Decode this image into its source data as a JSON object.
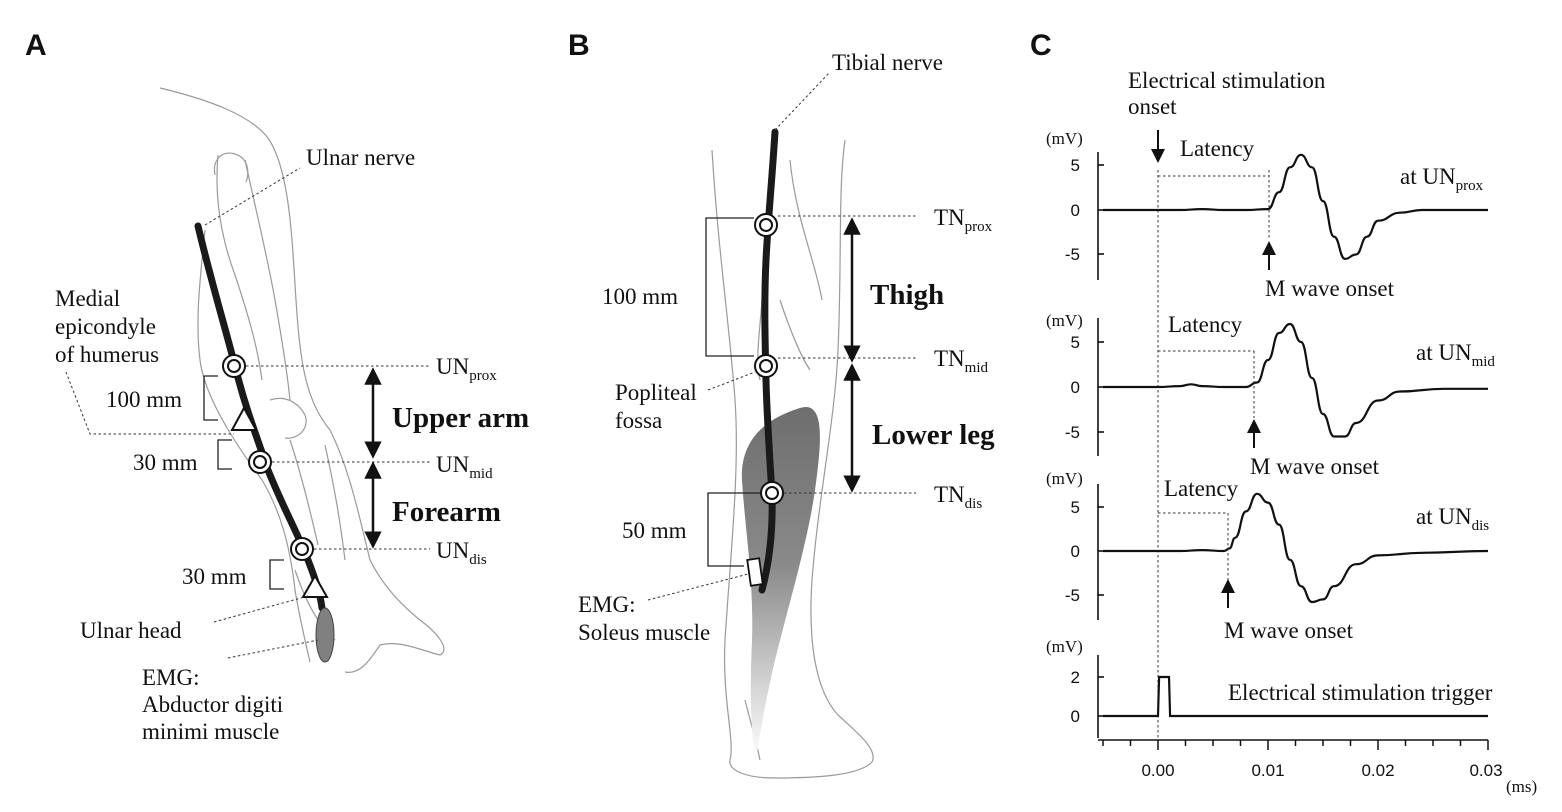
{
  "panelA": {
    "letter": "A",
    "ulnar_nerve": "Ulnar nerve",
    "epicondyle": [
      "Medial",
      "epicondyle",
      "of humerus"
    ],
    "dist_100": "100 mm",
    "dist_30a": "30 mm",
    "dist_30b": "30 mm",
    "un_prox_main": "UN",
    "un_prox_sub": "prox",
    "un_mid_main": "UN",
    "un_mid_sub": "mid",
    "un_dis_main": "UN",
    "un_dis_sub": "dis",
    "upper_arm": "Upper arm",
    "forearm": "Forearm",
    "ulnar_head": "Ulnar head",
    "emg": [
      "EMG:",
      "Abductor digiti",
      "minimi muscle"
    ]
  },
  "panelB": {
    "letter": "B",
    "tibial_nerve": "Tibial nerve",
    "dist_100": "100 mm",
    "dist_50": "50 mm",
    "popliteal": [
      "Popliteal",
      "fossa"
    ],
    "tn_prox_main": "TN",
    "tn_prox_sub": "prox",
    "tn_mid_main": "TN",
    "tn_mid_sub": "mid",
    "tn_dis_main": "TN",
    "tn_dis_sub": "dis",
    "thigh": "Thigh",
    "lower_leg": "Lower leg",
    "emg": [
      "EMG:",
      "Soleus muscle"
    ]
  },
  "panelC": {
    "letter": "C",
    "stim_onset": [
      "Electrical stimulation",
      "onset"
    ],
    "unit_mv": "(mV)",
    "unit_ms": "(ms)",
    "latency": "Latency",
    "m_wave": "M wave onset",
    "at": "at UN",
    "sub_prox": "prox",
    "sub_mid": "mid",
    "sub_dis": "dis",
    "trigger": "Electrical stimulation trigger",
    "yticks_emg": [
      "5",
      "0",
      "-5"
    ],
    "yticks_trig": [
      "2",
      "0"
    ],
    "xticks": [
      "0.00",
      "0.01",
      "0.02",
      "0.03"
    ]
  },
  "chart_data": {
    "type": "line",
    "xlabel": "(ms)",
    "ylabel": "(mV)",
    "xlim": [
      -0.005,
      0.03
    ],
    "series": [
      {
        "name": "at UNprox",
        "onset": 0.01,
        "x": [
          -0.005,
          0.0,
          0.002,
          0.004,
          0.006,
          0.008,
          0.01,
          0.011,
          0.012,
          0.013,
          0.014,
          0.015,
          0.016,
          0.017,
          0.018,
          0.019,
          0.02,
          0.022,
          0.024,
          0.026,
          0.03
        ],
        "y": [
          0,
          0,
          0,
          0.1,
          0,
          0,
          0.1,
          2.0,
          4.8,
          6.2,
          4.8,
          1.0,
          -3.0,
          -5.5,
          -5.0,
          -3.0,
          -1.2,
          -0.3,
          0,
          0,
          0
        ]
      },
      {
        "name": "at UNmid",
        "onset": 0.009,
        "x": [
          -0.005,
          0.0,
          0.002,
          0.003,
          0.004,
          0.006,
          0.008,
          0.009,
          0.01,
          0.011,
          0.012,
          0.013,
          0.014,
          0.015,
          0.016,
          0.017,
          0.018,
          0.02,
          0.022,
          0.026,
          0.03
        ],
        "y": [
          0,
          0,
          0.1,
          0.3,
          0.1,
          0,
          0,
          0.5,
          3.0,
          6.0,
          7.0,
          5.0,
          1.0,
          -3.0,
          -5.5,
          -5.5,
          -4.0,
          -1.5,
          -0.5,
          -0.2,
          -0.2
        ]
      },
      {
        "name": "at UNdis",
        "onset": 0.0065,
        "x": [
          -0.005,
          0.0,
          0.002,
          0.004,
          0.006,
          0.0065,
          0.007,
          0.008,
          0.009,
          0.01,
          0.011,
          0.012,
          0.013,
          0.014,
          0.015,
          0.016,
          0.018,
          0.02,
          0.024,
          0.03
        ],
        "y": [
          0,
          0,
          0,
          0.1,
          0,
          0.3,
          1.5,
          4.5,
          6.5,
          5.5,
          3.0,
          -1.0,
          -4.0,
          -5.8,
          -5.5,
          -4.0,
          -1.5,
          -0.5,
          -0.2,
          0
        ]
      },
      {
        "name": "Electrical stimulation trigger",
        "x": [
          -0.005,
          0.0,
          0.0001,
          0.001,
          0.0011,
          0.03
        ],
        "y": [
          0,
          0,
          2,
          2,
          0,
          0
        ]
      }
    ]
  }
}
